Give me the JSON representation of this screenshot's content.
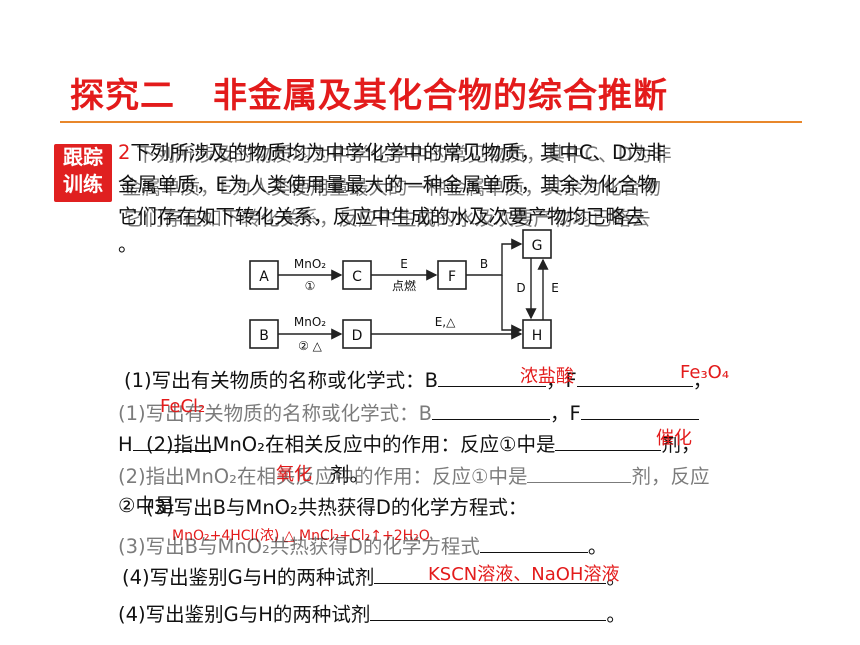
{
  "slide": {
    "title_part1": "探究二",
    "title_part2": "非金属及其化合物的综合推断",
    "tag_line1": "跟踪",
    "tag_line2": "训练"
  },
  "problem": {
    "number": "2",
    "line1": "下列所涉及的物质均为中学化学中的常见物质，其中C、D为非",
    "line2": "金属单质，E为人类使用量最大的一种金属单质，其余为化合物",
    "line3": "它们存在如下转化关系，反应中生成的水及次要产物均已略去",
    "line4": "。",
    "ghost_line1": "下列所涉及的物质均为中学化学中的常见物质，其中C、D为非",
    "ghost_line2": "金属单质，E为人类使用量最大的一种金属单质，其余为化合物",
    "ghost_line3": "它们存在如下转化关系，反应中生成的水及次要产物均已略去"
  },
  "diagram": {
    "A": "A",
    "B": "B",
    "C": "C",
    "D": "D",
    "F": "F",
    "G": "G",
    "H": "H",
    "mno2_top": "MnO₂",
    "circle1": "①",
    "mno2_bottom": "MnO₂",
    "circle2_delta": "② △",
    "E_top": "E",
    "dianran": "点燃",
    "B_label": "B",
    "D_label": "D",
    "E_right": "E",
    "E_delta": "E,△"
  },
  "questions": {
    "q1": "(1)写出有关物质的名称或化学式：B",
    "q1_F": "，F",
    "q1_end": "，",
    "q1_ghost": "(1)写出有关物质的名称或化学式：B",
    "q1_ghost_F": "，F",
    "q1_H": "H",
    "q2": "(2)指出MnO₂在相关反应中的作用：反应①中是",
    "q2_mid": "剂，",
    "q2_ghost": "(2)指出MnO₂在相关反应中的作用：反应①中是",
    "q2_ghost_mid": "剂，反应",
    "q2_line2": "②中是",
    "q2_line2_end": "剂。",
    "q3": "(3)写出B与MnO₂共热获得D的化学方程式：",
    "q3_ghost": "(3)写出B与MnO₂共热获得D的化学方程式",
    "q3_end": "。",
    "q4": "(4)写出鉴别G与H的两种试剂",
    "q4_end": "。",
    "q4_ghost": "(4)写出鉴别G与H的两种试剂",
    "q4_ghost_end": "。"
  },
  "answers": {
    "B": "浓盐酸",
    "F": "Fe₃O₄",
    "H": "FeCl₂",
    "cat1": "催化",
    "cat2": "氧化",
    "equation": "MnO₂+4HCl(浓) △ MnCl₂+Cl₂↑+2H₂O",
    "reagents": "KSCN溶液、NaOH溶液"
  }
}
